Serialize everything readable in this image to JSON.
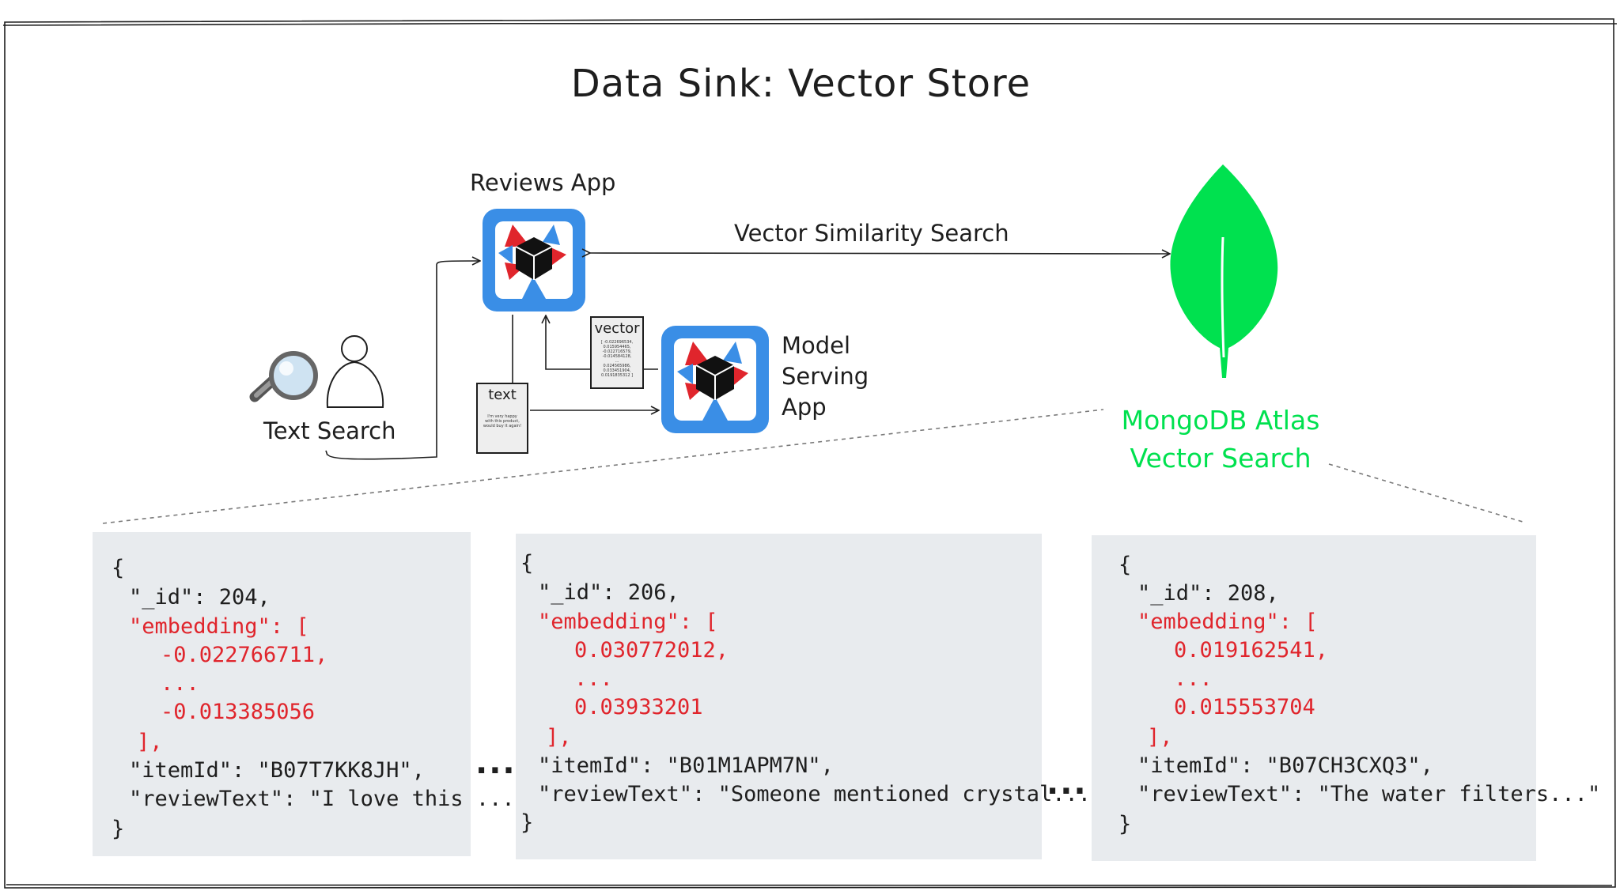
{
  "title": "Data Sink: Vector Store",
  "reviews_app": {
    "label": "Reviews App"
  },
  "model_serving_app": {
    "label_lines": [
      "Model",
      "Serving",
      "App"
    ]
  },
  "text_search": {
    "label": "Text Search"
  },
  "vector_similarity_search": {
    "label": "Vector Similarity Search"
  },
  "mongodb": {
    "label_lines": [
      "MongoDB Atlas",
      "Vector Search"
    ],
    "color": "#00e14f"
  },
  "vector_doc": {
    "title": "vector",
    "lines": [
      "[ -0.022696534,",
      "0.015954465,",
      "-0.022716579,",
      "-0.014584128,",
      "...",
      "0.024565986,",
      "0.033451904,",
      "0.0191835312 ]"
    ]
  },
  "text_doc": {
    "title": "text",
    "lines": [
      "I'm very happy",
      "with this product,",
      "would buy it again!"
    ]
  },
  "records": [
    {
      "open": "{",
      "id_line": "\"_id\": 204,",
      "emb_open": "\"embedding\": [",
      "v1": "-0.022766711,",
      "ellipsis": "...",
      "v2": "-0.013385056",
      "emb_close": "],",
      "item_line": "\"itemId\": \"B07T7KK8JH\",",
      "review_line": "\"reviewText\": \"I love this ... \"",
      "close": "}"
    },
    {
      "open": "{",
      "id_line": "\"_id\": 206,",
      "emb_open": "\"embedding\": [",
      "v1": "0.030772012,",
      "ellipsis": "...",
      "v2": "0.03933201",
      "emb_close": "],",
      "item_line": "\"itemId\": \"B01M1APM7N\",",
      "review_line": "\"reviewText\": \"Someone mentioned crystal...\"",
      "close": "}"
    },
    {
      "open": "{",
      "id_line": "\"_id\": 208,",
      "emb_open": "\"embedding\": [",
      "v1": "0.019162541,",
      "ellipsis": "...",
      "v2": "0.015553704",
      "emb_close": "],",
      "item_line": "\"itemId\": \"B07CH3CXQ3\",",
      "review_line": "\"reviewText\": \"The water filters...\"",
      "close": "}"
    }
  ],
  "separator": "...",
  "colors": {
    "app_blue": "#3a8ee6",
    "accent_red": "#e0252c",
    "card_bg": "#e8ebee",
    "mongo_green": "#00e14f"
  },
  "icons": [
    "reviews-app-icon",
    "model-serving-app-icon",
    "magnifier-icon",
    "user-icon",
    "mongodb-leaf-icon"
  ]
}
